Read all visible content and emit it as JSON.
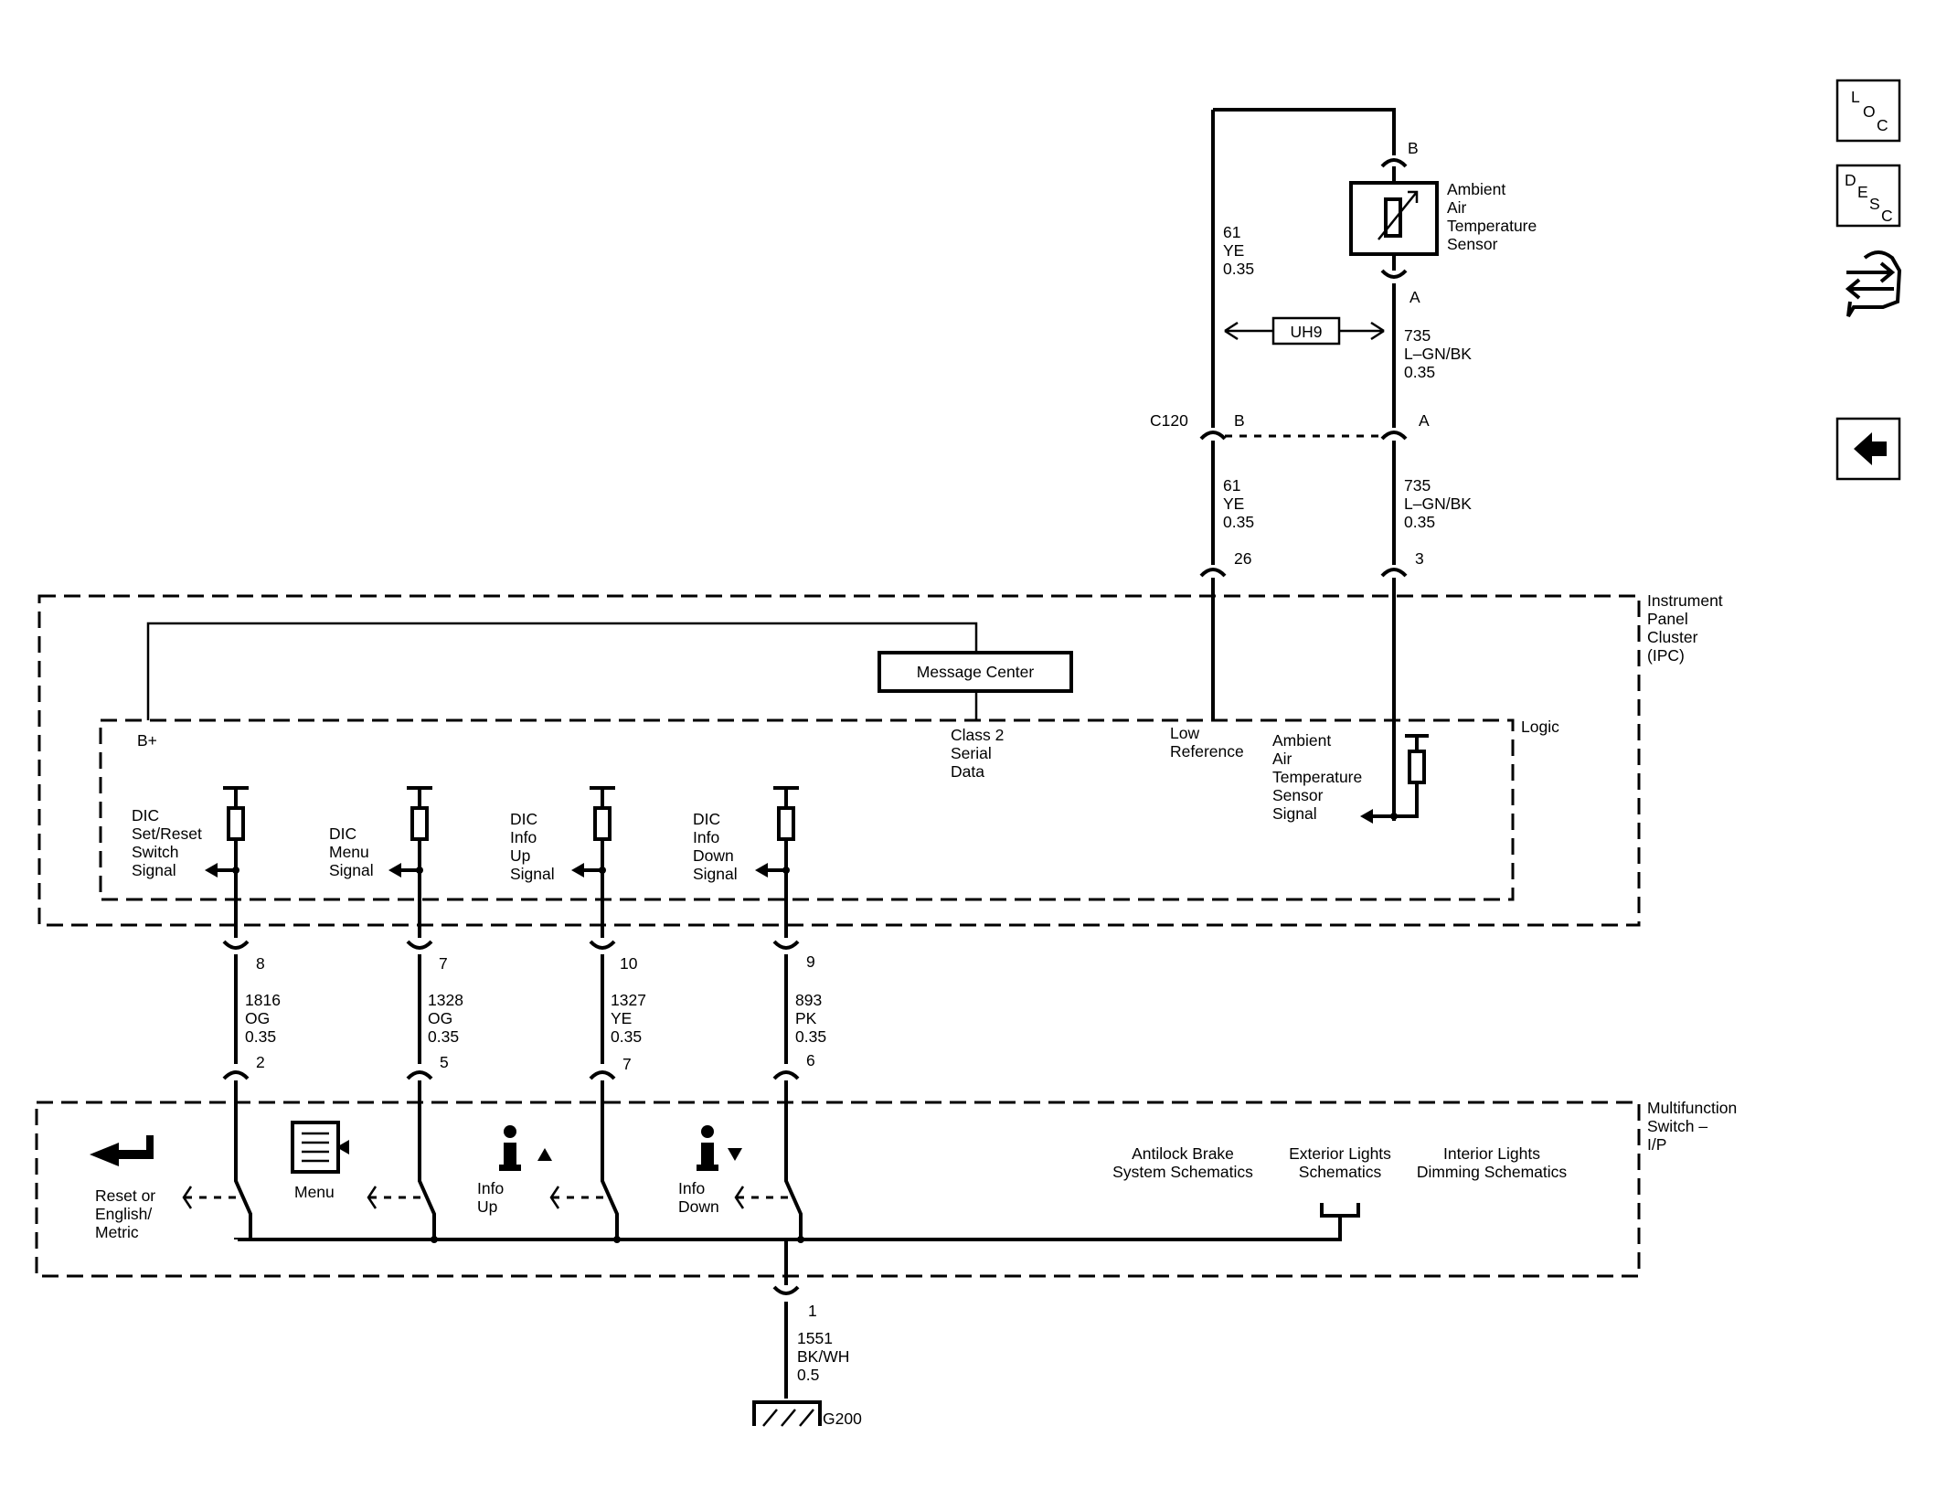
{
  "nav": {
    "loc": {
      "l1": "L",
      "l2": "O",
      "l3": "C"
    },
    "desc": {
      "l1": "D",
      "l2": "E",
      "l3": "S",
      "l4": "C"
    },
    "icons": [
      "loc-button",
      "desc-button",
      "connector-swap-icon",
      "back-arrow-icon"
    ]
  },
  "sensor": {
    "name_lines": [
      "Ambient",
      "Air",
      "Temperature",
      "Sensor"
    ],
    "pin_b": "B",
    "pin_a": "A"
  },
  "wires": {
    "w61_upper": [
      "61",
      "YE",
      "0.35"
    ],
    "w735_upper": [
      "735",
      "L–GN/BK",
      "0.35"
    ],
    "w61_lower": [
      "61",
      "YE",
      "0.35"
    ],
    "w735_lower": [
      "735",
      "L–GN/BK",
      "0.35"
    ],
    "w1816": [
      "1816",
      "OG",
      "0.35"
    ],
    "w1328": [
      "1328",
      "OG",
      "0.35"
    ],
    "w1327": [
      "1327",
      "YE",
      "0.35"
    ],
    "w893": [
      "893",
      "PK",
      "0.35"
    ],
    "w1551": [
      "1551",
      "BK/WH",
      "0.5"
    ]
  },
  "option_code": "UH9",
  "connector_c120": {
    "name": "C120",
    "pin_b": "B",
    "pin_a": "A"
  },
  "ipc": {
    "title_lines": [
      "Instrument",
      "Panel",
      "Cluster",
      "(IPC)"
    ],
    "logic_label": "Logic",
    "message_center": "Message Center",
    "b_plus": "B+",
    "class2_lines": [
      "Class 2",
      "Serial",
      "Data"
    ],
    "low_ref_lines": [
      "Low",
      "Reference"
    ],
    "aat_signal_lines": [
      "Ambient",
      "Air",
      "Temperature",
      "Sensor",
      "Signal"
    ],
    "pin_26": "26",
    "pin_3": "3",
    "signals": [
      {
        "lines": [
          "DIC",
          "Set/Reset",
          "Switch",
          "Signal"
        ],
        "pin": "8"
      },
      {
        "lines": [
          "DIC",
          "Menu",
          "Signal"
        ],
        "pin": "7"
      },
      {
        "lines": [
          "DIC",
          "Info",
          "Up",
          "Signal"
        ],
        "pin": "10"
      },
      {
        "lines": [
          "DIC",
          "Info",
          "Down",
          "Signal"
        ],
        "pin": "9"
      }
    ]
  },
  "mfs": {
    "title_lines": [
      "Multifunction",
      "Switch –",
      "I/P"
    ],
    "pins": [
      "2",
      "5",
      "7",
      "6"
    ],
    "ground_pin": "1",
    "switches": [
      {
        "lines": [
          "Reset or",
          "English/",
          "Metric"
        ]
      },
      {
        "lines": [
          "Menu"
        ]
      },
      {
        "lines": [
          "Info",
          "Up"
        ]
      },
      {
        "lines": [
          "Info",
          "Down"
        ]
      }
    ],
    "refs": [
      {
        "lines": [
          "Antilock Brake",
          "System Schematics"
        ]
      },
      {
        "lines": [
          "Exterior Lights",
          "Schematics"
        ]
      },
      {
        "lines": [
          "Interior Lights",
          "Dimming Schematics"
        ]
      }
    ]
  },
  "ground": {
    "name": "G200"
  }
}
